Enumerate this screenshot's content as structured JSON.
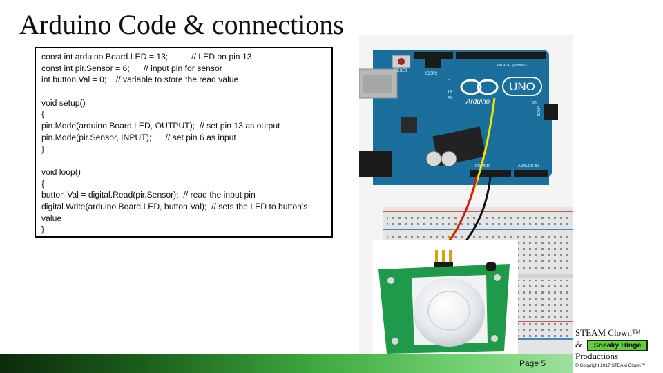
{
  "slide": {
    "title": "Arduino Code & connections",
    "page_number": "Page 5"
  },
  "code_lines": [
    "const int arduino.Board.LED = 13;          // LED on pin 13",
    "const int pir.Sensor = 6;      // input pin for sensor",
    "int button.Val = 0;    // variable to store the read value",
    "",
    "void setup()",
    "{",
    "pin.Mode(arduino.Board.LED, OUTPUT);  // set pin 13 as output",
    "pin.Mode(pir.Sensor, INPUT);      // set pin 6 as input",
    "}",
    "",
    "void loop()",
    "{",
    "button.Val = digital.Read(pir.Sensor);  // read the input pin",
    "digital.Write(arduino.Board.LED, button.Val);  // sets the LED to button's",
    "value",
    "}"
  ],
  "board": {
    "uno_label": "UNO",
    "arduino_label": "Arduino",
    "reset_label": "RESET",
    "icsp2_label": "ICSP2",
    "icsp_label": "ICSP",
    "digital_label": "DIGITAL (PWM~)",
    "power_label": "POWER",
    "analog_label": "ANALOG IN",
    "tx_label": "TX",
    "rx_label": "RX",
    "l_label": "L",
    "on_label": "ON"
  },
  "branding": {
    "line1": "STEAM Clown™",
    "ampersand": "&",
    "logo_text": "Sneaky Hinge",
    "line3": "Productions",
    "copyright": "© Copyright 2017 STEAM Clown™"
  },
  "colors": {
    "board_blue": "#1b6f9c",
    "pcb_green": "#1f9a4a",
    "wire_yellow": "#f2e600",
    "wire_red": "#c81e1e",
    "wire_black": "#111111",
    "breadboard": "#e4e4e4"
  }
}
